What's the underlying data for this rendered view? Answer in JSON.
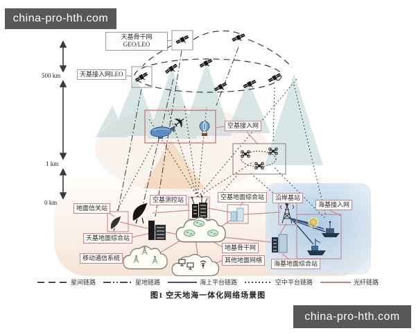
{
  "watermarks": {
    "top_left": "china-pro-hth.com",
    "bottom_right": "china-pro-hth.com"
  },
  "figure": {
    "caption": "图1  空天地海一体化网络场景图",
    "altitude_marks": [
      "500 km",
      "1 km",
      "0 km"
    ],
    "nodes": {
      "space_backbone": {
        "label": "天基骨干网",
        "sublabel": "GEO/LEO"
      },
      "space_access": {
        "label": "天基接入网LEO"
      },
      "air_access": {
        "label": "空基接入网"
      },
      "ground_gateway": {
        "label": "地面信关站"
      },
      "air_tcc": {
        "label": "空基测控站"
      },
      "air_ground_station": {
        "label": "空基地面综合站"
      },
      "space_ground_station": {
        "label": "天基地面综合站"
      },
      "mobile_system": {
        "label": "移动通信系统"
      },
      "terrestrial_backbone": {
        "label": "地基骨干网"
      },
      "other_ground_networks": {
        "label": "其他地面网络"
      },
      "coastal_base_station": {
        "label": "沿岸基站"
      },
      "sea_access": {
        "label": "海基接入网"
      },
      "sea_ground_station": {
        "label": "海基地面综合站"
      }
    },
    "legend": [
      {
        "label": "星间链路",
        "style": "dashed"
      },
      {
        "label": "星地链路",
        "style": "dash-dot-dot"
      },
      {
        "label": "海上平台链路",
        "style": "solid-navy"
      },
      {
        "label": "空中平台链路",
        "style": "dotted"
      },
      {
        "label": "光纤链路",
        "style": "solid-pink"
      }
    ],
    "icon_names": [
      "satellite-icon",
      "airplane-icon",
      "airship-icon",
      "balloon-icon",
      "drone-icon",
      "dish-icon",
      "building-icon",
      "cloud-icon",
      "router-icon",
      "cell-tower-icon",
      "lattice-tower-icon",
      "ship-icon",
      "research-vessel-icon",
      "buoy-icon",
      "monitor-icon",
      "wifi-icon",
      "altitude-arrow-icon"
    ],
    "colors": {
      "fiber_link": "#cf8e8e",
      "sea_link": "#2e4d76",
      "air_link": "#444444",
      "space_link": "#333333",
      "ground_label_border": "#c4848c",
      "space_label_border": "#9a9a9a",
      "mountain_fill": "#b9d2d3",
      "air_cone_fill": "#f0c49a",
      "sea_fill": "#a8c8e4",
      "watermark_bg": "#58585a"
    }
  }
}
